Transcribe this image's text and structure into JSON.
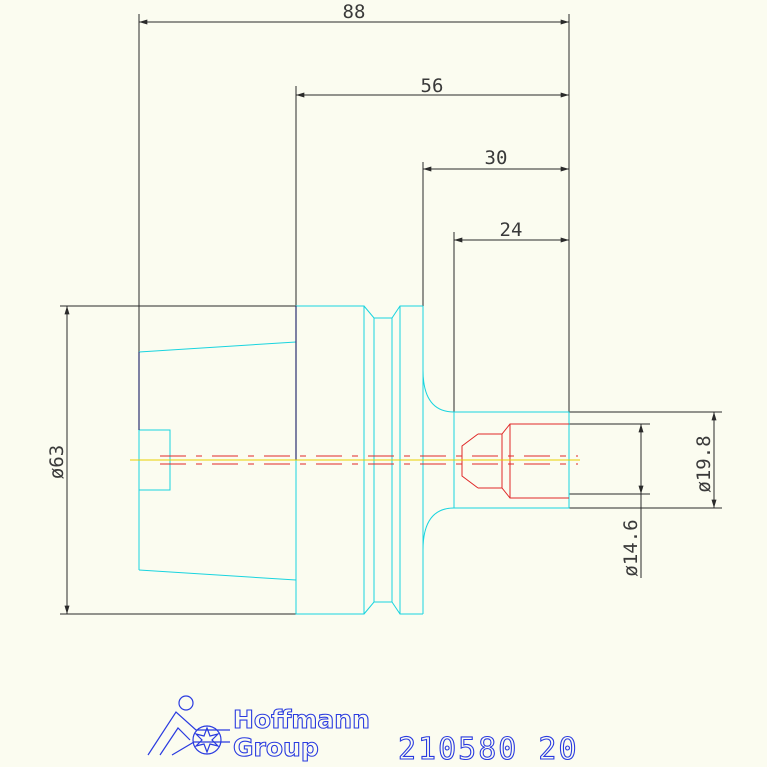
{
  "dimensions": {
    "overall_length": "88",
    "length_56": "56",
    "length_30": "30",
    "length_24": "24",
    "diameter_63": "ø63",
    "diameter_19_8": "ø19.8",
    "diameter_14_6": "ø14.6"
  },
  "logo": {
    "line1": "Hoffmann",
    "line2": "Group"
  },
  "part_number": "210580 20",
  "colors": {
    "background": "#fbfcf0",
    "dimension_line": "#2a2a2a",
    "outline_cyan": "#19d4df",
    "centerline_red": "#e02828",
    "centerline_yellow": "#e8d000",
    "logo_blue": "#2a3be0",
    "dark_blue_edge": "#2a3070"
  }
}
